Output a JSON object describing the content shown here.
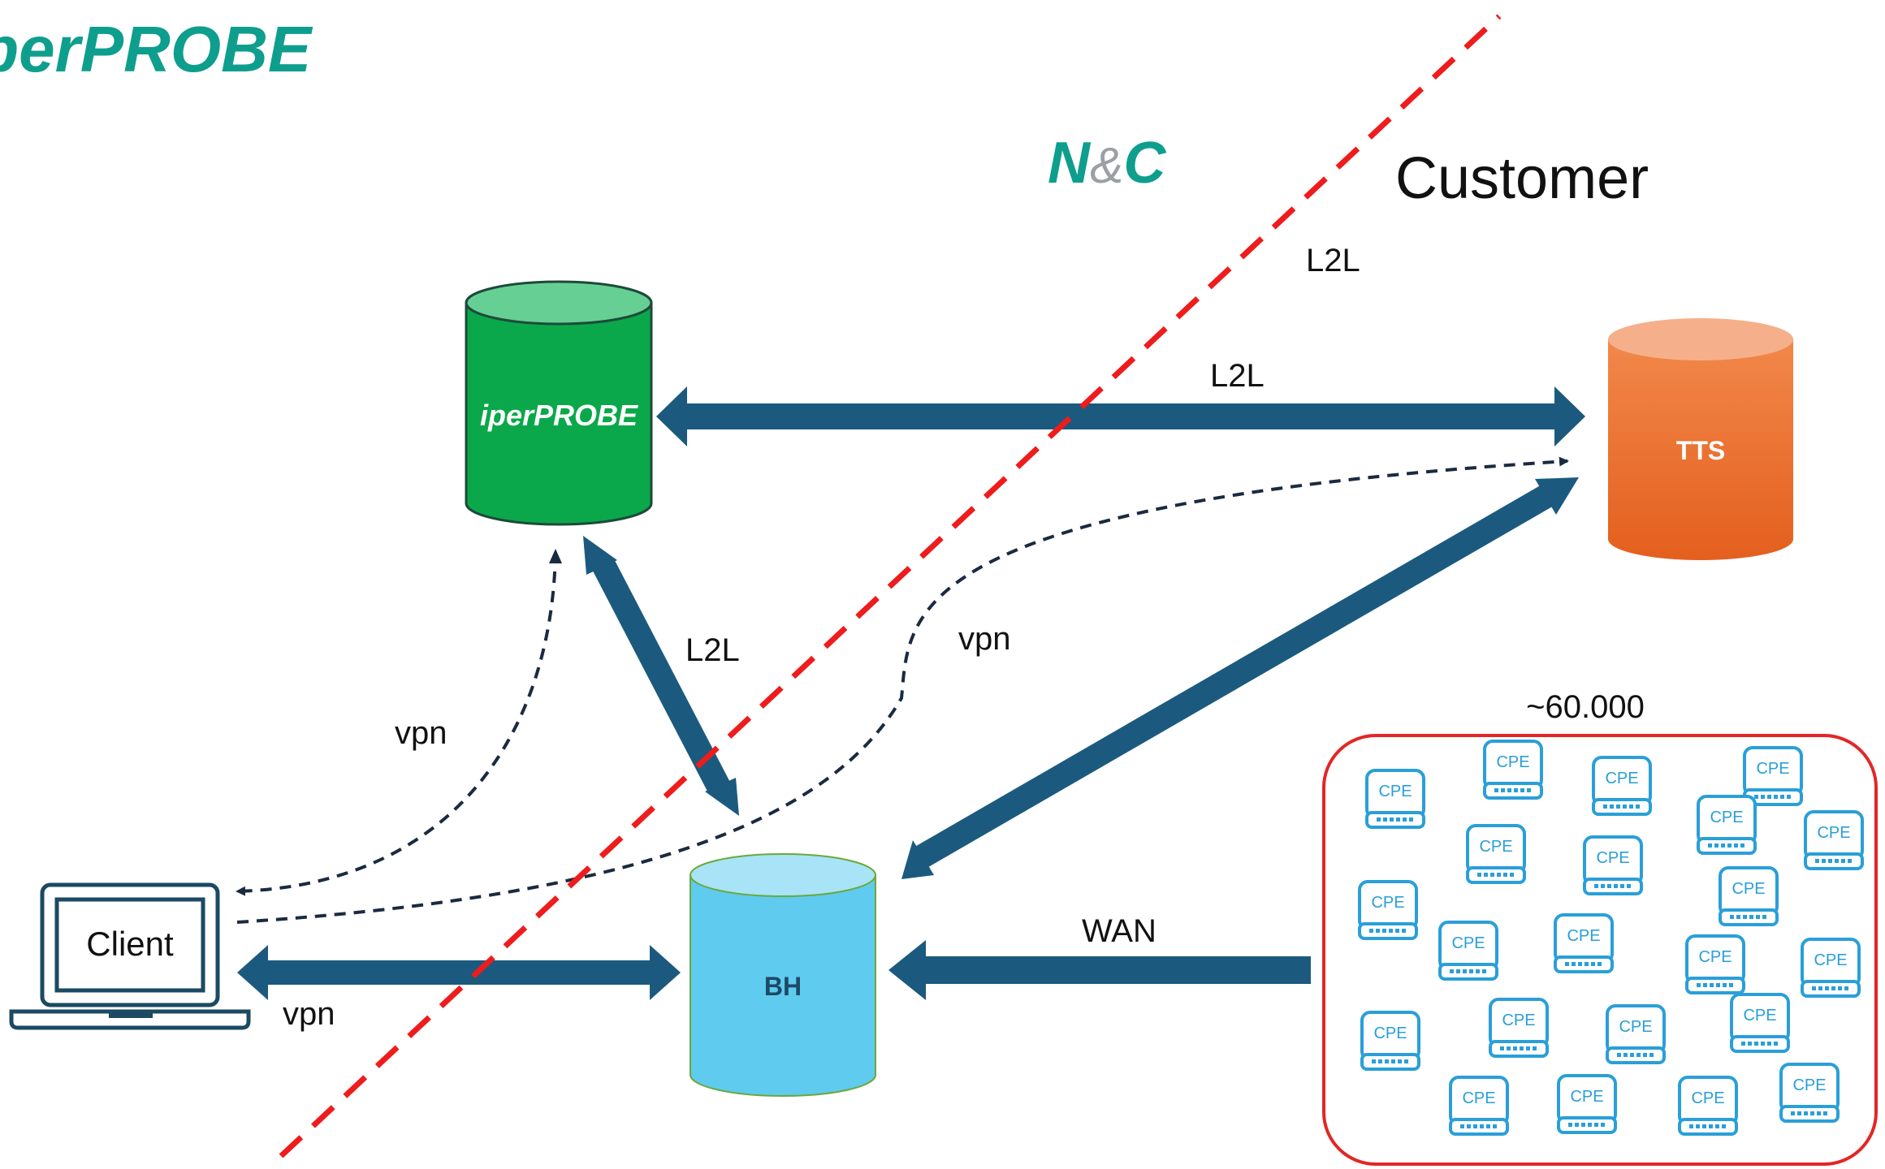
{
  "title": "iperPROBE",
  "zones": {
    "left": "N&C",
    "left_n": "N",
    "left_amp": "&",
    "left_c": "C",
    "right": "Customer"
  },
  "nodes": {
    "iperprobe": "iperPROBE",
    "tts": "TTS",
    "bh": "BH",
    "client": "Client"
  },
  "links": {
    "l2l_top": "L2L",
    "l2l_probe_tts": "L2L",
    "l2l_probe_bh": "L2L",
    "vpn_probe_client": "vpn",
    "vpn_tts_client": "vpn",
    "vpn_client_bh": "vpn",
    "wan": "WAN"
  },
  "cpe_group": {
    "count_label": "~60.000",
    "device_label": "CPE"
  },
  "colors": {
    "brand": "#0e9e8e",
    "arrow": "#1b5a7e",
    "divider": "#ee1c1c",
    "iperprobe": "#0aa84a",
    "tts": "#ef7430",
    "bh": "#5fcbef",
    "cpe": "#2a9fd8"
  }
}
